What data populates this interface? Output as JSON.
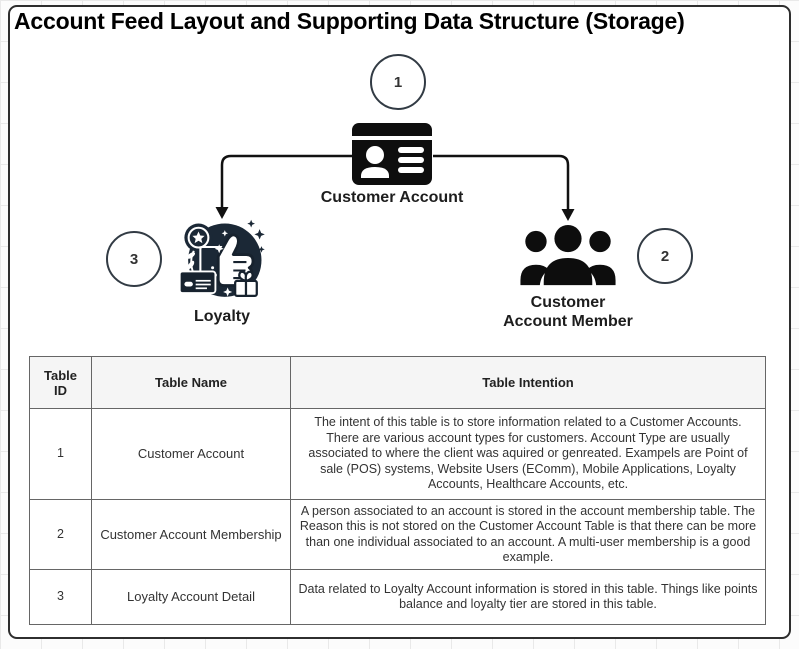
{
  "title": "Account Feed Layout and Supporting Data Structure (Storage)",
  "diagram": {
    "nodes": {
      "customer_account": {
        "badge": "1",
        "label": "Customer Account"
      },
      "customer_account_member": {
        "badge": "2",
        "label_line1": "Customer",
        "label_line2": "Account Member"
      },
      "loyalty": {
        "badge": "3",
        "label": "Loyalty"
      }
    },
    "icons": {
      "customer_account": "id-card-icon",
      "customer_account_member": "people-group-icon",
      "loyalty": "loyalty-thumbs-up-badge-icon"
    }
  },
  "table": {
    "headers": [
      "Table ID",
      "Table Name",
      "Table Intention"
    ],
    "rows": [
      {
        "id": "1",
        "name": "Customer Account",
        "intention": "The intent of this table is to store information related to a Customer Accounts.  There are various account types for customers. Account Type are usually associated to where the client was aquired or genreated. Exampels are Point of sale (POS) systems, Website Users (EComm), Mobile Applications, Loyalty Accounts, Healthcare Accounts, etc."
      },
      {
        "id": "2",
        "name": "Customer Account Membership",
        "intention": "A person associated to an account is stored in the account membership table.  The Reason this is not stored on the Customer Account Table is that there can be more than one individual associated to an account.  A multi-user membership is a good example."
      },
      {
        "id": "3",
        "name": "Loyalty Account Detail",
        "intention": "Data related to Loyalty Account information is stored in this table.  Things like points balance and loyalty tier are stored in this table."
      }
    ]
  },
  "colors": {
    "icon_black": "#0e0e0e",
    "loyalty_navy": "#1b2836",
    "frame_border": "#2e2e2e",
    "table_border": "#666666",
    "table_header_bg": "#f5f5f5",
    "grid_line": "#e9e9e9",
    "connector": "#111111"
  }
}
